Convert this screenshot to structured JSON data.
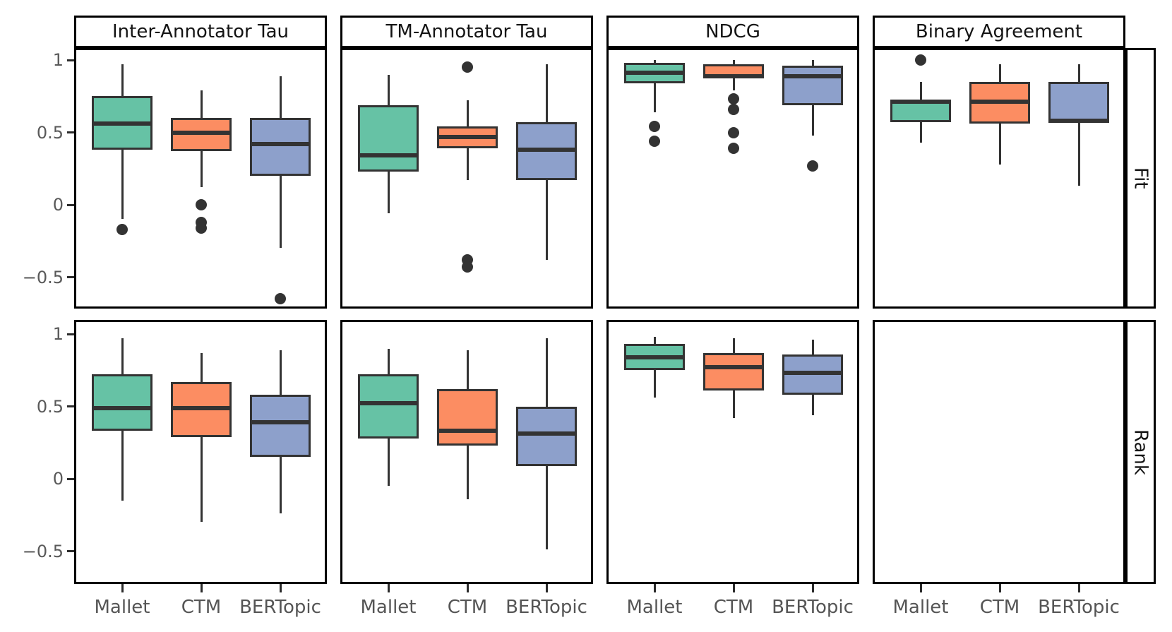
{
  "figure": {
    "background": "#ffffff",
    "row_labels": [
      "Fit",
      "Rank"
    ],
    "column_titles": [
      "Inter-Annotator Tau",
      "TM-Annotator Tau",
      "NDCG",
      "Binary Agreement"
    ],
    "x_categories": [
      "Mallet",
      "CTM",
      "BERTopic"
    ],
    "colors": {
      "box_edge": "#333333",
      "panel_border": "#000000",
      "tick_label": "#595959",
      "x_label": "#555555",
      "strip_text": "#141414"
    }
  },
  "chart_data": {
    "type": "box",
    "facet_rows": [
      "Fit",
      "Rank"
    ],
    "facet_columns": [
      "Inter-Annotator Tau",
      "TM-Annotator Tau",
      "NDCG",
      "Binary Agreement"
    ],
    "categories": [
      "Mallet",
      "CTM",
      "BERTopic"
    ],
    "series_colors": {
      "Mallet": "#66C2A5",
      "CTM": "#FC8D62",
      "BERTopic": "#8DA0CB"
    },
    "ylim": [
      -0.72,
      1.08
    ],
    "y_ticks": [
      1,
      0.5,
      0,
      -0.5
    ],
    "y_tick_labels": [
      "1",
      "0.5",
      "0",
      "−0.5"
    ],
    "grid": false,
    "legend": "none",
    "panels": [
      {
        "row": "Fit",
        "column": "Inter-Annotator Tau",
        "boxes": [
          {
            "category": "Mallet",
            "whislo": -0.1,
            "q1": 0.38,
            "med": 0.56,
            "q3": 0.75,
            "whishi": 0.97,
            "outliers": [
              -0.17
            ]
          },
          {
            "category": "CTM",
            "whislo": 0.12,
            "q1": 0.37,
            "med": 0.5,
            "q3": 0.6,
            "whishi": 0.79,
            "outliers": [
              0.0,
              -0.12,
              -0.16
            ]
          },
          {
            "category": "BERTopic",
            "whislo": -0.3,
            "q1": 0.2,
            "med": 0.42,
            "q3": 0.6,
            "whishi": 0.89,
            "outliers": [
              -0.65
            ]
          }
        ]
      },
      {
        "row": "Fit",
        "column": "TM-Annotator Tau",
        "boxes": [
          {
            "category": "Mallet",
            "whislo": -0.06,
            "q1": 0.23,
            "med": 0.34,
            "q3": 0.69,
            "whishi": 0.9,
            "outliers": []
          },
          {
            "category": "CTM",
            "whislo": 0.17,
            "q1": 0.39,
            "med": 0.47,
            "q3": 0.54,
            "whishi": 0.72,
            "outliers": [
              0.95,
              -0.38,
              -0.43
            ]
          },
          {
            "category": "BERTopic",
            "whislo": -0.38,
            "q1": 0.17,
            "med": 0.38,
            "q3": 0.57,
            "whishi": 0.97,
            "outliers": []
          }
        ]
      },
      {
        "row": "Fit",
        "column": "NDCG",
        "boxes": [
          {
            "category": "Mallet",
            "whislo": 0.64,
            "q1": 0.84,
            "med": 0.91,
            "q3": 0.98,
            "whishi": 1.0,
            "outliers": [
              0.54,
              0.44
            ]
          },
          {
            "category": "CTM",
            "whislo": 0.79,
            "q1": 0.88,
            "med": 0.89,
            "q3": 0.97,
            "whishi": 1.0,
            "outliers": [
              0.73,
              0.66,
              0.5,
              0.39
            ]
          },
          {
            "category": "BERTopic",
            "whislo": 0.48,
            "q1": 0.69,
            "med": 0.89,
            "q3": 0.96,
            "whishi": 1.0,
            "outliers": [
              0.27
            ]
          }
        ]
      },
      {
        "row": "Fit",
        "column": "Binary Agreement",
        "boxes": [
          {
            "category": "Mallet",
            "whislo": 0.43,
            "q1": 0.57,
            "med": 0.71,
            "q3": 0.72,
            "whishi": 0.85,
            "outliers": [
              1.0
            ]
          },
          {
            "category": "CTM",
            "whislo": 0.28,
            "q1": 0.56,
            "med": 0.71,
            "q3": 0.85,
            "whishi": 0.97,
            "outliers": []
          },
          {
            "category": "BERTopic",
            "whislo": 0.13,
            "q1": 0.57,
            "med": 0.58,
            "q3": 0.85,
            "whishi": 0.97,
            "outliers": []
          }
        ]
      },
      {
        "row": "Rank",
        "column": "Inter-Annotator Tau",
        "boxes": [
          {
            "category": "Mallet",
            "whislo": -0.15,
            "q1": 0.33,
            "med": 0.49,
            "q3": 0.72,
            "whishi": 0.97,
            "outliers": []
          },
          {
            "category": "CTM",
            "whislo": -0.3,
            "q1": 0.29,
            "med": 0.49,
            "q3": 0.67,
            "whishi": 0.87,
            "outliers": []
          },
          {
            "category": "BERTopic",
            "whislo": -0.24,
            "q1": 0.15,
            "med": 0.39,
            "q3": 0.58,
            "whishi": 0.89,
            "outliers": []
          }
        ]
      },
      {
        "row": "Rank",
        "column": "TM-Annotator Tau",
        "boxes": [
          {
            "category": "Mallet",
            "whislo": -0.05,
            "q1": 0.28,
            "med": 0.52,
            "q3": 0.72,
            "whishi": 0.9,
            "outliers": []
          },
          {
            "category": "CTM",
            "whislo": -0.14,
            "q1": 0.23,
            "med": 0.33,
            "q3": 0.62,
            "whishi": 0.89,
            "outliers": []
          },
          {
            "category": "BERTopic",
            "whislo": -0.49,
            "q1": 0.09,
            "med": 0.31,
            "q3": 0.5,
            "whishi": 0.97,
            "outliers": []
          }
        ]
      },
      {
        "row": "Rank",
        "column": "NDCG",
        "boxes": [
          {
            "category": "Mallet",
            "whislo": 0.56,
            "q1": 0.75,
            "med": 0.84,
            "q3": 0.93,
            "whishi": 0.98,
            "outliers": []
          },
          {
            "category": "CTM",
            "whislo": 0.42,
            "q1": 0.61,
            "med": 0.77,
            "q3": 0.87,
            "whishi": 0.97,
            "outliers": []
          },
          {
            "category": "BERTopic",
            "whislo": 0.44,
            "q1": 0.58,
            "med": 0.73,
            "q3": 0.86,
            "whishi": 0.96,
            "outliers": []
          }
        ]
      },
      {
        "row": "Rank",
        "column": "Binary Agreement",
        "boxes": []
      }
    ]
  }
}
